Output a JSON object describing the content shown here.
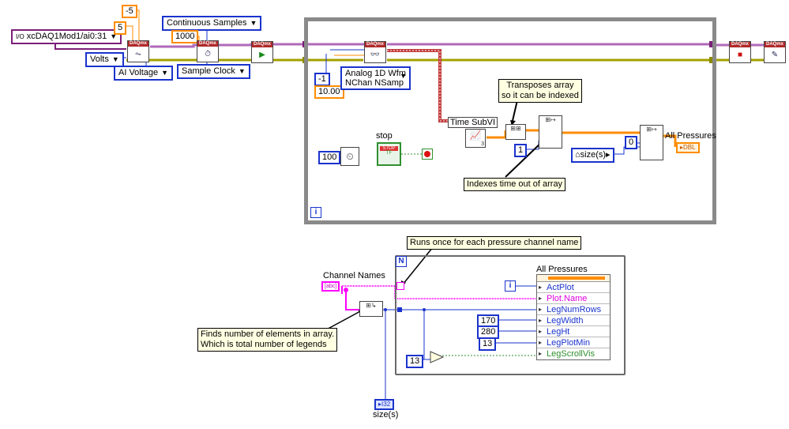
{
  "constants": {
    "minus5": "-5",
    "five": "5",
    "continuous_samples": "Continuous Samples",
    "thousand": "1000",
    "neg_one": "-1",
    "ten": "10.00",
    "hundred": "100",
    "one": "1",
    "zero": "0",
    "thirteen_a": "13",
    "val170": "170",
    "val280": "280",
    "thirteen_b": "13"
  },
  "rings": {
    "channel": "xcDAQ1Mod1/ai0:31",
    "channel_prefix": "I/O",
    "units": "Volts",
    "ai_voltage": "AI Voltage",
    "sample_clock": "Sample Clock",
    "read_type_line1": "Analog 1D Wfm",
    "read_type_line2": "NChan NSamp"
  },
  "labels": {
    "stop": "stop",
    "time_subvi": "Time SubVI",
    "time_subvi_num": "3",
    "all_pressures_top": "All Pressures",
    "dbl": "DBL",
    "size_s": "size(s)",
    "channel_names": "Channel Names",
    "abc": "abc",
    "all_pressures_node": "All Pressures",
    "size_s_bottom": "size(s)",
    "i32": "I32",
    "stop_btn": "STOP",
    "tf": "TF"
  },
  "notes": {
    "transposes_l1": "Transposes array",
    "transposes_l2": "so it can be indexed",
    "indexes_time": "Indexes time out of array",
    "runs_once": "Runs once for each pressure channel name",
    "finds_l1": "Finds number of elements in array.",
    "finds_l2": "Which is total number of legends"
  },
  "property_node": {
    "properties": [
      "ActPlot",
      "Plot.Name",
      "LegNumRows",
      "LegWidth",
      "LegHt",
      "LegPlotMin",
      "LegScrollVis"
    ]
  },
  "loops": {
    "while_term": "i",
    "for_count": "N",
    "for_term": "i"
  },
  "daqmx": {
    "header": "DAQmx"
  }
}
